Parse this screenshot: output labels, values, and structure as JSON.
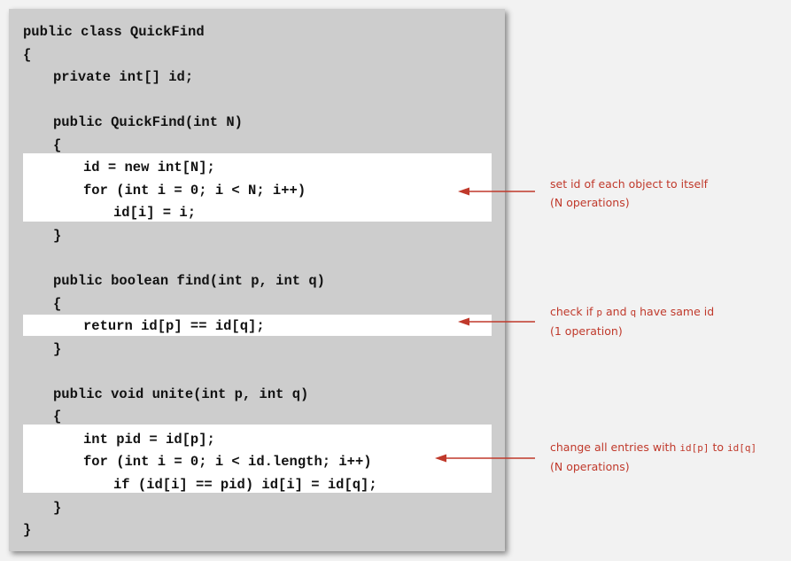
{
  "code_lines": [
    {
      "indent": 0,
      "text": "public class QuickFind"
    },
    {
      "indent": 0,
      "text": "{"
    },
    {
      "indent": 1,
      "text": "private int[] id;"
    },
    {
      "indent": 0,
      "text": ""
    },
    {
      "indent": 1,
      "text": "public QuickFind(int N)"
    },
    {
      "indent": 1,
      "text": "{"
    },
    {
      "indent": 2,
      "text": "id = new int[N];"
    },
    {
      "indent": 2,
      "text": "for (int i = 0; i < N; i++)"
    },
    {
      "indent": 3,
      "text": "id[i] = i;"
    },
    {
      "indent": 1,
      "text": "}"
    },
    {
      "indent": 0,
      "text": ""
    },
    {
      "indent": 1,
      "text": "public boolean find(int p, int q)"
    },
    {
      "indent": 1,
      "text": "{"
    },
    {
      "indent": 2,
      "text": "return id[p] == id[q];"
    },
    {
      "indent": 1,
      "text": "}"
    },
    {
      "indent": 0,
      "text": ""
    },
    {
      "indent": 1,
      "text": "public void unite(int p, int q)"
    },
    {
      "indent": 1,
      "text": "{"
    },
    {
      "indent": 2,
      "text": "int pid = id[p];"
    },
    {
      "indent": 2,
      "text": "for (int i = 0; i < id.length; i++)"
    },
    {
      "indent": 3,
      "text": "if (id[i] == pid) id[i] = id[q];"
    },
    {
      "indent": 1,
      "text": "}"
    },
    {
      "indent": 0,
      "text": "}"
    }
  ],
  "annotations": [
    {
      "line1": [
        {
          "text": "set id of each object to itself",
          "mono": false
        }
      ],
      "line2": "(N operations)"
    },
    {
      "line1": [
        {
          "text": "check if ",
          "mono": false
        },
        {
          "text": "p",
          "mono": true
        },
        {
          "text": " and ",
          "mono": false
        },
        {
          "text": "q",
          "mono": true
        },
        {
          "text": " have same id",
          "mono": false
        }
      ],
      "line2": "(1 operation)"
    },
    {
      "line1": [
        {
          "text": "change all entries with ",
          "mono": false
        },
        {
          "text": "id[p]",
          "mono": true
        },
        {
          "text": " to ",
          "mono": false
        },
        {
          "text": "id[q]",
          "mono": true
        }
      ],
      "line2": "(N operations)"
    }
  ],
  "colors": {
    "panel_background": "#cdcdcd",
    "highlight": "#ffffff",
    "annotation_text": "#c0392b",
    "arrow": "#c0392b"
  }
}
